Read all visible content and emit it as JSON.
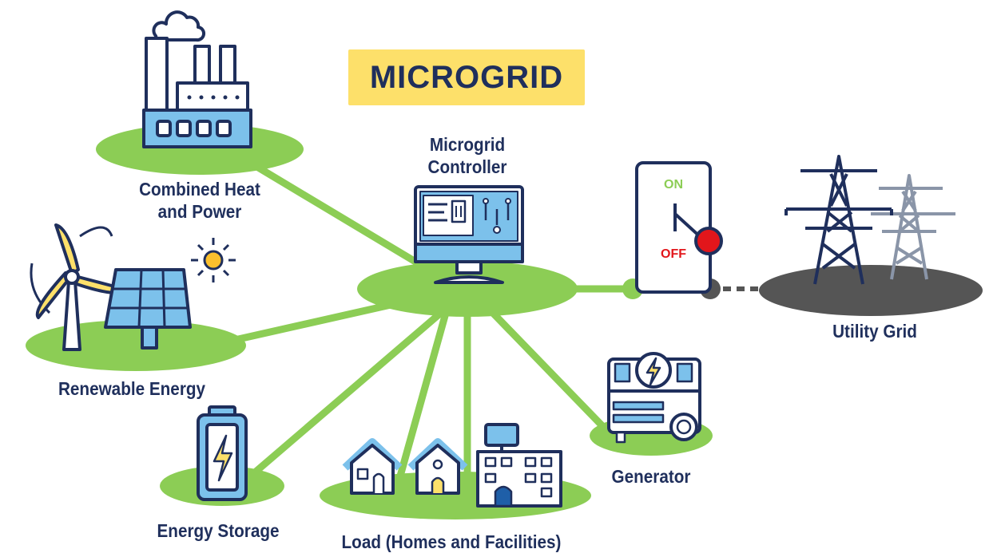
{
  "title": "MICROGRID",
  "colors": {
    "navy": "#1f2f5c",
    "green": "#8ccd55",
    "light_blue": "#7cc1eb",
    "yellow": "#fde06a",
    "red": "#e2161b",
    "gray": "#555555"
  },
  "nodes": {
    "controller": "Microgrid\nController",
    "chp": "Combined Heat\nand Power",
    "renewable": "Renewable Energy",
    "storage": "Energy Storage",
    "load": "Load (Homes and Facilities)",
    "generator": "Generator",
    "utility": "Utility Grid"
  },
  "switch": {
    "on_label": "ON",
    "off_label": "OFF"
  },
  "icons": [
    "factory-icon",
    "cloud-icon",
    "wind-turbine-icon",
    "solar-panel-icon",
    "sun-icon",
    "battery-icon",
    "house-icon",
    "building-icon",
    "generator-icon",
    "computer-monitor-icon",
    "switch-icon",
    "transmission-tower-icon"
  ]
}
